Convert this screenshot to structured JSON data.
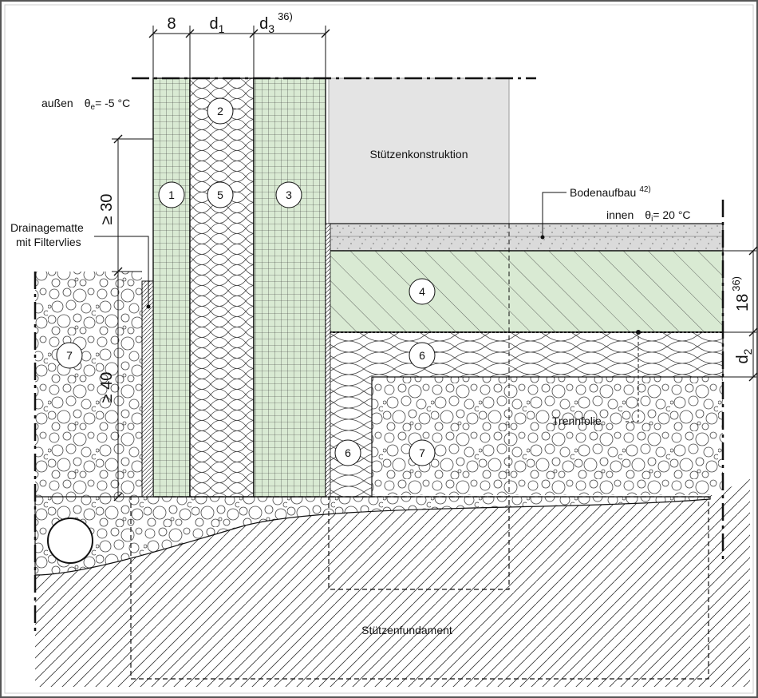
{
  "dimensions": {
    "w_outer": "8",
    "w_d1": "d",
    "w_d1_sub": "1",
    "w_d3": "d",
    "w_d3_sub": "3",
    "w_d3_sup": "36)",
    "h_30": "≥ 30",
    "h_40": "≥ 40",
    "h_18": "18",
    "h_18_sup": "36)",
    "h_d2": "d",
    "h_d2_sub": "2"
  },
  "labels": {
    "outside": "außen",
    "outside_theta": "θ",
    "outside_theta_sub": "e",
    "outside_value": "=   -5 °C",
    "inside": "innen",
    "inside_theta": "θ",
    "inside_theta_sub": "i",
    "inside_value": "=   20 °C",
    "drainage_line1": "Drainagematte",
    "drainage_line2": "mit Filtervlies",
    "column": "Stützenkonstruktion",
    "floor": "Bodenaufbau",
    "floor_sup": "42)",
    "separator": "Trennfolie",
    "foundation": "Stützenfundament"
  },
  "markers": {
    "m1": "1",
    "m2": "2",
    "m3": "3",
    "m4": "4",
    "m5": "5",
    "m6a": "6",
    "m6b": "6",
    "m7a": "7",
    "m7b": "7"
  },
  "colors": {
    "green_fill": "#d9ead3",
    "grey_fill": "#e4e4e4",
    "line": "#111111"
  }
}
